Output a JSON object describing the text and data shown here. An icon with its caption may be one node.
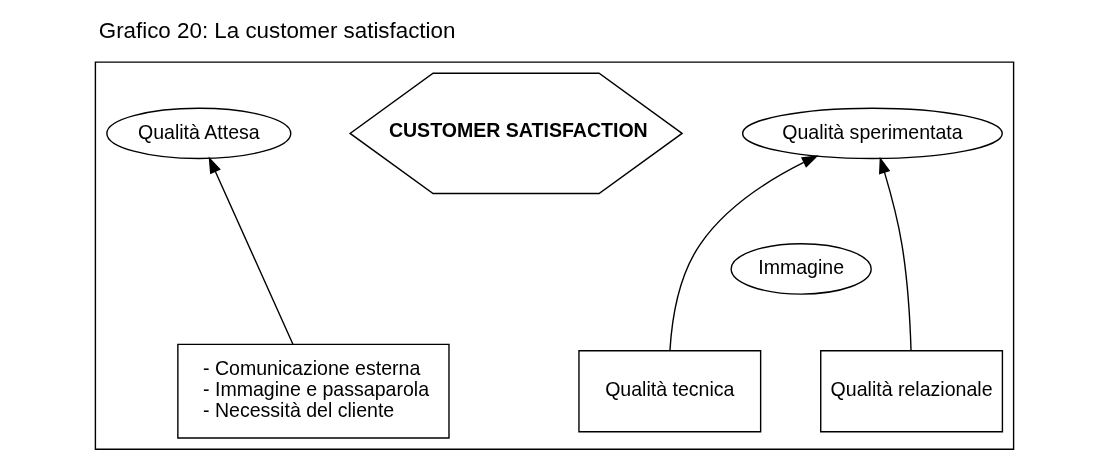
{
  "diagram": {
    "title": "Grafico 20: La customer satisfaction",
    "nodes": [
      {
        "text": [],
        "shape": "box"
      },
      {
        "text": [
          "Qualità Attesa"
        ],
        "in": 0
      },
      {
        "text": [
          "CUSTOMER SATISFACTION"
        ],
        "in": 0
      },
      {
        "text": [
          "Qualità sperimentata"
        ],
        "in": 0
      },
      {
        "text": [
          "- Comunicazione esterna",
          "- Immagine e passaparola",
          "- Necessità del cliente"
        ],
        "in": 0
      },
      {
        "text": [
          "Immagine"
        ],
        "in": 0
      },
      {
        "text": [
          "Qualità tecnica"
        ],
        "in": 0
      },
      {
        "text": [
          "Qualità relazionale"
        ],
        "in": 0
      }
    ],
    "edges": [
      {
        "from": 4,
        "to": 1,
        "arrow": "to"
      },
      {
        "from": 6,
        "to": 3,
        "arrow": "to"
      },
      {
        "from": 7,
        "to": 3,
        "arrow": "to"
      }
    ]
  }
}
